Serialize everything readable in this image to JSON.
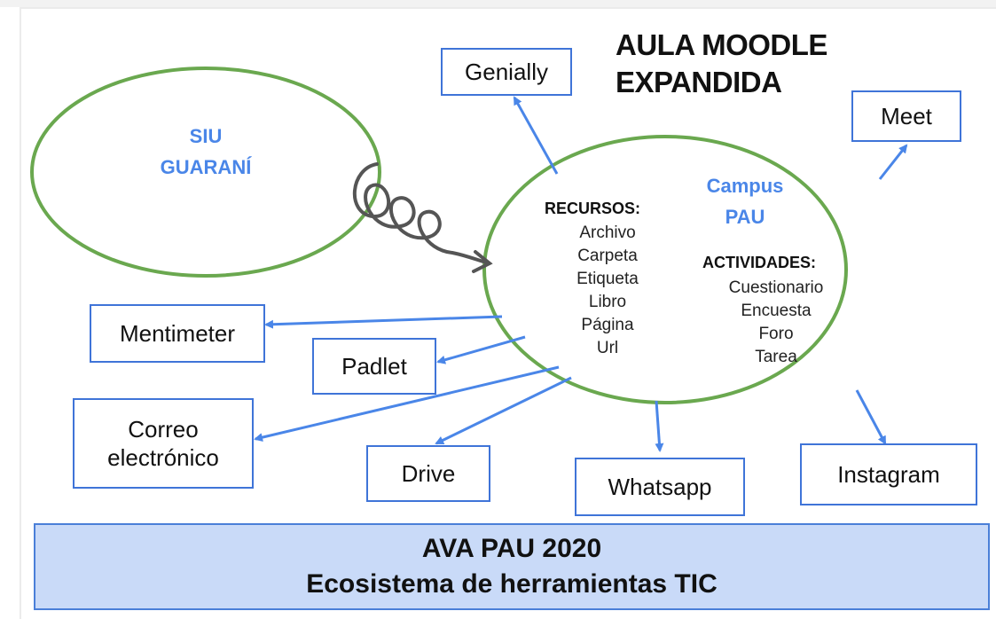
{
  "title": {
    "line1": "AULA MOODLE",
    "line2": "EXPANDIDA"
  },
  "siu": {
    "line1": "SIU",
    "line2": "GUARANÍ"
  },
  "campus": {
    "line1": "Campus",
    "line2": "PAU"
  },
  "recursos": {
    "header": "RECURSOS:",
    "items": [
      "Archivo",
      "Carpeta",
      "Etiqueta",
      "Libro",
      "Página",
      "Url"
    ]
  },
  "actividades": {
    "header": "ACTIVIDADES:",
    "items": [
      "Cuestionario",
      "Encuesta",
      "Foro",
      "Tarea"
    ]
  },
  "tools": {
    "genially": "Genially",
    "meet": "Meet",
    "mentimeter": "Mentimeter",
    "padlet": "Padlet",
    "correo": "Correo\nelectrónico",
    "drive": "Drive",
    "whatsapp": "Whatsapp",
    "instagram": "Instagram"
  },
  "footer": {
    "line1": "AVA PAU 2020",
    "line2": "Ecosistema de herramientas TIC"
  },
  "colors": {
    "ellipse": "#6aa84f",
    "arrow": "#4a86e8",
    "box_border": "#3f74d8",
    "footer_fill": "#c9daf8",
    "accent_text": "#4a86e8"
  }
}
